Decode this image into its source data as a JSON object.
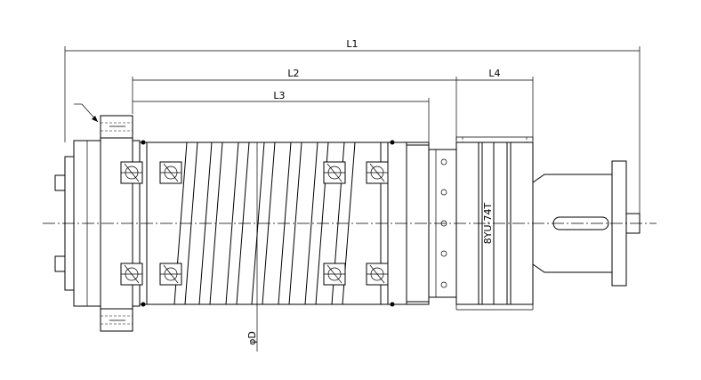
{
  "dimensions": {
    "l1": "L1",
    "l2": "L2",
    "l3": "L3",
    "l4": "L4",
    "diameter": "φD"
  },
  "part_label": "8YU-74T"
}
